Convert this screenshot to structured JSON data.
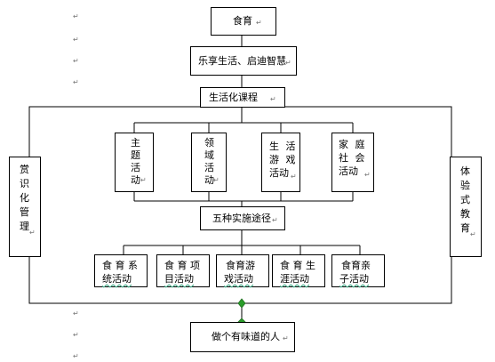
{
  "top": "食育",
  "theme": "乐享生活、启迪智慧",
  "curriculum": "生活化课程",
  "activities": [
    {
      "lines": [
        "主",
        "题",
        "活",
        "动"
      ],
      "end": "↵"
    },
    {
      "lines": [
        "领",
        "域",
        "活",
        "动"
      ],
      "end": "↵"
    },
    {
      "lines": [
        "生  活",
        "游  戏",
        "活动"
      ],
      "end": "↵"
    },
    {
      "lines": [
        "家  庭",
        "社  会",
        "活动"
      ],
      "end": "↵"
    }
  ],
  "left_label": [
    "赏",
    "识",
    "化",
    "管",
    "理"
  ],
  "right_label": [
    "体",
    "验",
    "式",
    "教",
    "育"
  ],
  "paths": "五种实施途径",
  "systems": [
    {
      "l1": "食 育 系",
      "l2": "统活动"
    },
    {
      "l1": "食 育 项",
      "l2": "目活动"
    },
    {
      "l1": "食育游",
      "l2": "戏活动"
    },
    {
      "l1": "食 育 生",
      "l2": "涯活动"
    },
    {
      "l1": "食育亲",
      "l2": "子活动"
    }
  ],
  "goal": "做个有味道的人",
  "para_mark": "↵"
}
